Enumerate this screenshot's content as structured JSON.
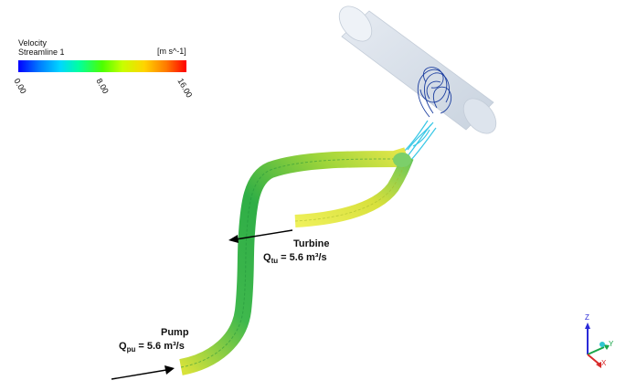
{
  "legend": {
    "title": "Velocity",
    "subtitle": "Streamline 1",
    "units": "[m s^-1]",
    "ticks": [
      "0.00",
      "8.00",
      "16.00"
    ]
  },
  "annotations": {
    "turbine": {
      "title": "Turbine",
      "flow": "Q",
      "flow_sub": "tu",
      "flow_value": " = 5.6 m³/s"
    },
    "pump": {
      "title": "Pump",
      "flow": "Q",
      "flow_sub": "pu",
      "flow_value": " = 5.6 m³/s"
    }
  },
  "axes": {
    "x": "X",
    "y": "Y",
    "z": "Z"
  },
  "colors": {
    "reservoir": "#dce4ee",
    "pipe_green": "#35b84a",
    "pipe_yellow": "#e0e040",
    "spiral_blue": "#1d3fa0",
    "draft_cyan": "#37c7e6"
  }
}
